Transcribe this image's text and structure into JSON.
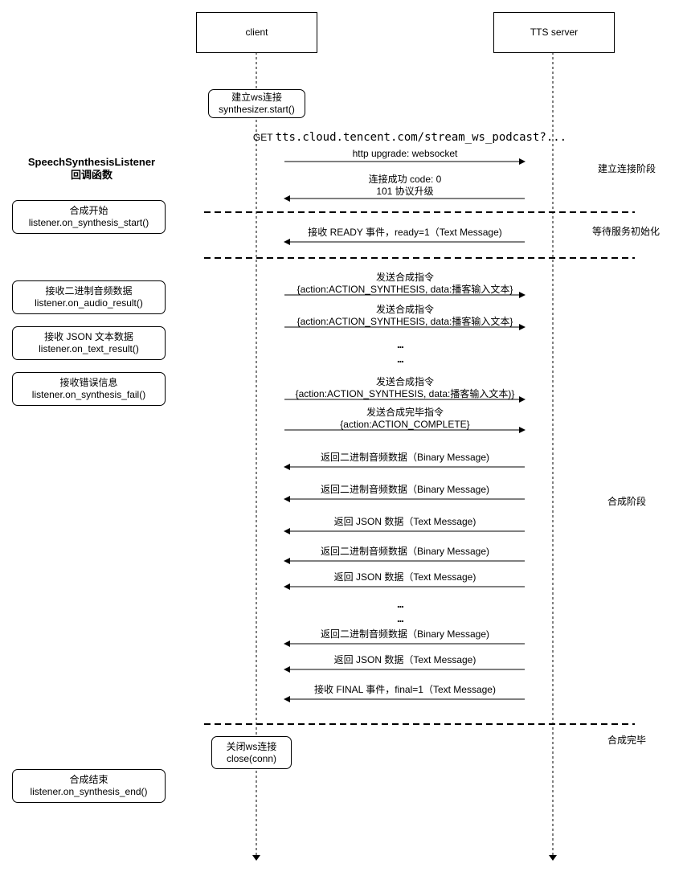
{
  "participants": {
    "client": "client",
    "server": "TTS server"
  },
  "client_actions": {
    "start": [
      "建立ws连接",
      "synthesizer.start()"
    ],
    "close": [
      "关闭ws连接",
      "close(conn)"
    ]
  },
  "listener": {
    "title": "SpeechSynthesisListener",
    "subtitle": "回调函数",
    "callbacks": [
      [
        "合成开始",
        "listener.on_synthesis_start()"
      ],
      [
        "接收二进制音频数据",
        "listener.on_audio_result()"
      ],
      [
        "接收 JSON 文本数据",
        "listener.on_text_result()"
      ],
      [
        "接收错误信息",
        "listener.on_synthesis_fail()"
      ],
      [
        "合成结束",
        "listener.on_synthesis_end()"
      ]
    ]
  },
  "messages": {
    "get_prefix": "GET ",
    "get_url": "tts.cloud.tencent.com/stream_ws_podcast?...",
    "upgrade": "http upgrade: websocket",
    "connect_ok": [
      "连接成功 code: 0",
      "101 协议升级"
    ],
    "ready": "接收 READY 事件，ready=1（Text Message)",
    "synth1": [
      "发送合成指令",
      "{action:ACTION_SYNTHESIS, data:播客输入文本}"
    ],
    "synth2": [
      "发送合成指令",
      "{action:ACTION_SYNTHESIS, data:播客输入文本}"
    ],
    "synth3": [
      "发送合成指令",
      "{action:ACTION_SYNTHESIS, data:播客输入文本)}"
    ],
    "complete": [
      "发送合成完毕指令",
      "{action:ACTION_COMPLETE}"
    ],
    "binary": "返回二进制音频数据（Binary Message)",
    "json": "返回 JSON 数据（Text Message)",
    "final": "接收 FINAL 事件，final=1（Text Message)",
    "ellipsis": "..."
  },
  "phases": {
    "connect": "建立连接阶段",
    "wait": "等待服务初始化",
    "synthesis": "合成阶段",
    "done": "合成完毕"
  }
}
